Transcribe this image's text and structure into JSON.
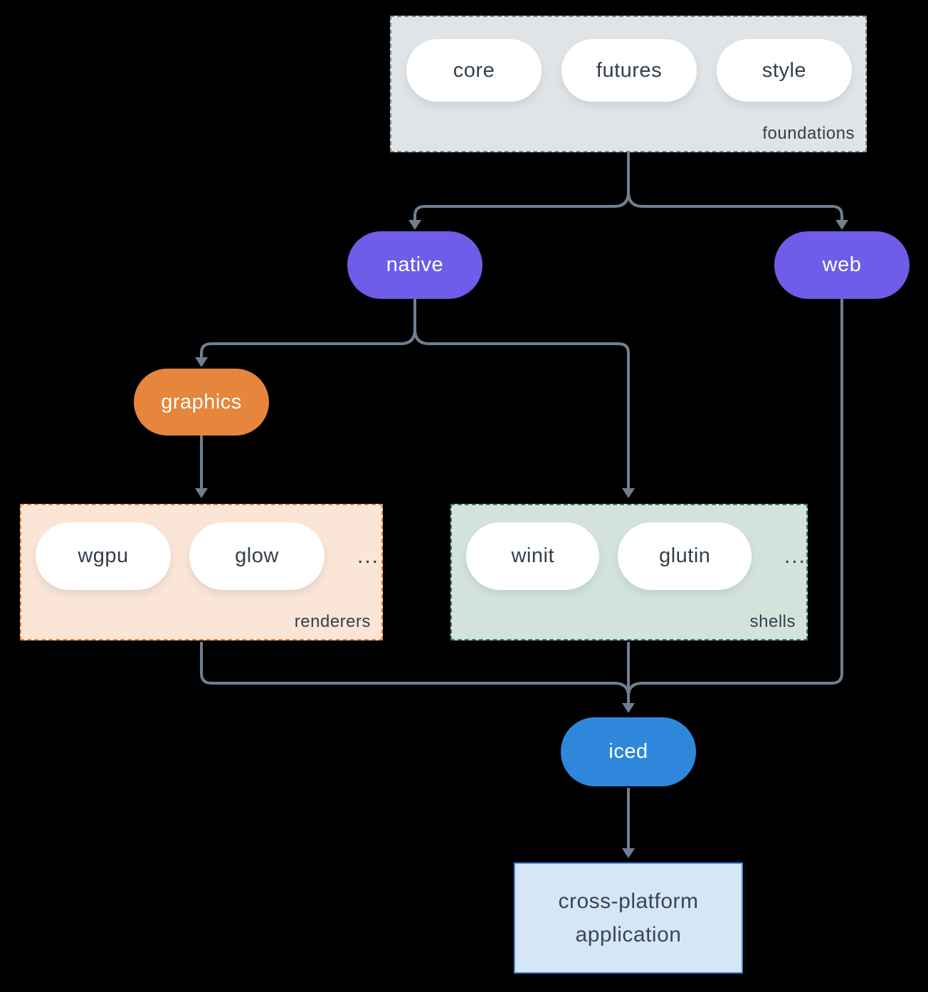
{
  "colors": {
    "background": "#000000",
    "arrow": "#6F7F8F",
    "node_purple": "#6F5CE8",
    "node_orange": "#E6853C",
    "node_blue": "#2E87DB",
    "pill_fill": "#FFFFFF",
    "text_dark": "#343F4B",
    "text_light": "#FFFFFF",
    "foundations_fill": "#E0E4E7",
    "foundations_border": "#7E8C99",
    "renderers_fill": "#FAE5D7",
    "renderers_border": "#E8823B",
    "shells_fill": "#D3E3DC",
    "shells_border": "#2E8070",
    "app_fill": "#D5E6F7",
    "app_border": "#4B90D6"
  },
  "groups": {
    "foundations": {
      "label": "foundations",
      "items": [
        "core",
        "futures",
        "style"
      ]
    },
    "renderers": {
      "label": "renderers",
      "items": [
        "wgpu",
        "glow"
      ],
      "more": "..."
    },
    "shells": {
      "label": "shells",
      "items": [
        "winit",
        "glutin"
      ],
      "more": "..."
    }
  },
  "nodes": {
    "native": {
      "label": "native"
    },
    "web": {
      "label": "web"
    },
    "graphics": {
      "label": "graphics"
    },
    "iced": {
      "label": "iced"
    }
  },
  "app": {
    "line1": "cross-platform",
    "line2": "application"
  }
}
